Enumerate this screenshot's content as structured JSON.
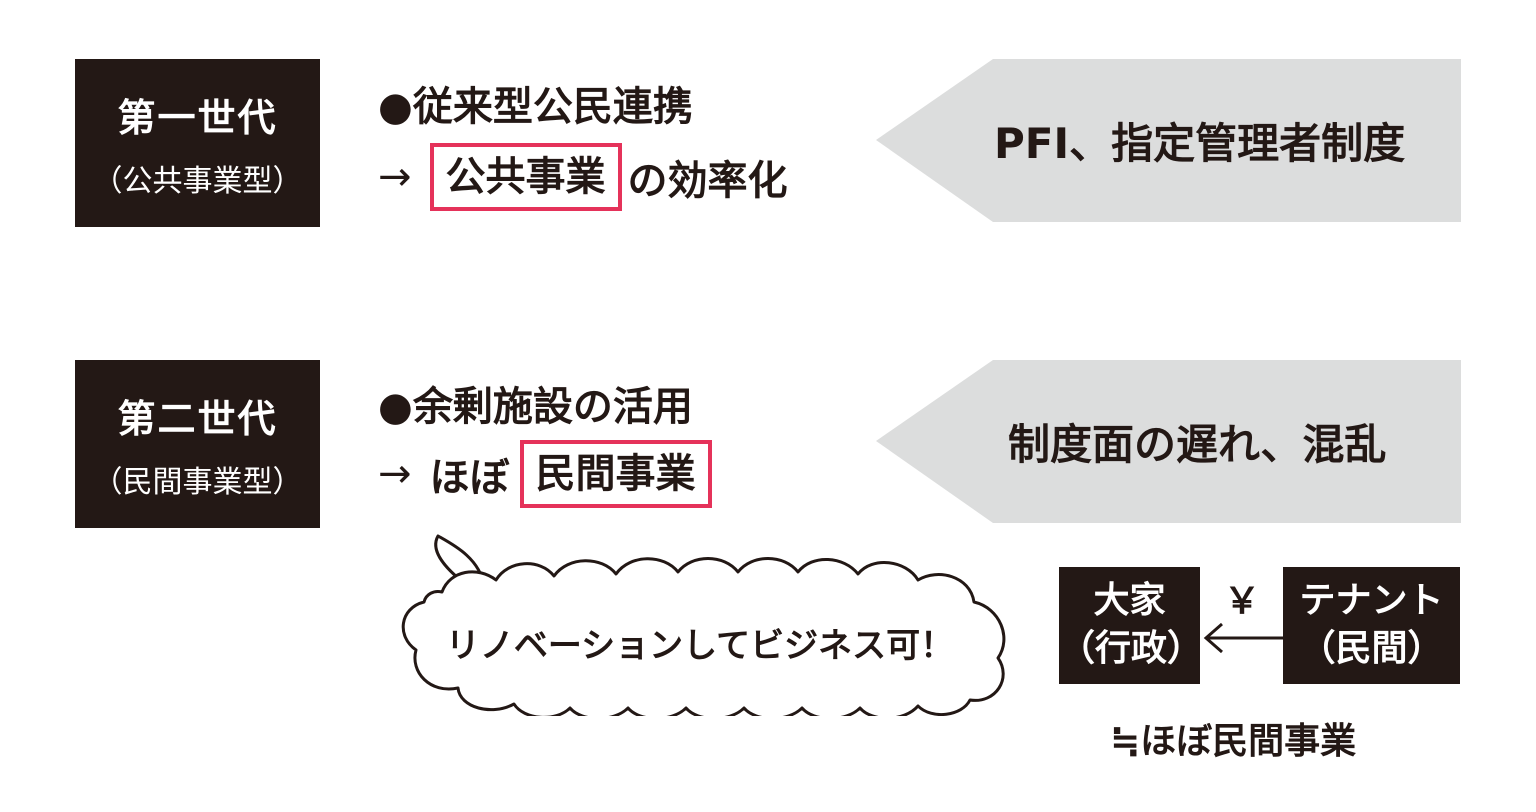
{
  "gen1": {
    "label": "第一世代",
    "type": "（公共事業型）",
    "heading": "●従来型公民連携",
    "arrow": "→",
    "boxed": "公共事業",
    "suffix": "の効率化",
    "banner": "PFI、指定管理者制度"
  },
  "gen2": {
    "label": "第二世代",
    "type": "（民間事業型）",
    "heading": "●余剰施設の活用",
    "arrow": "→",
    "prefix": "ほぼ",
    "boxed": "民間事業",
    "banner": "制度面の遅れ、混乱"
  },
  "bubble": {
    "text": "リノベーションしてビジネス可！"
  },
  "relation": {
    "landlord_line1": "大家",
    "landlord_line2": "（行政）",
    "tenant_line1": "テナント",
    "tenant_line2": "（民間）",
    "money_symbol": "￥",
    "conclusion": "≒ほぼ民間事業"
  },
  "colors": {
    "dark": "#231815",
    "highlight": "#e5325a",
    "banner_gray": "#dcdddd"
  }
}
